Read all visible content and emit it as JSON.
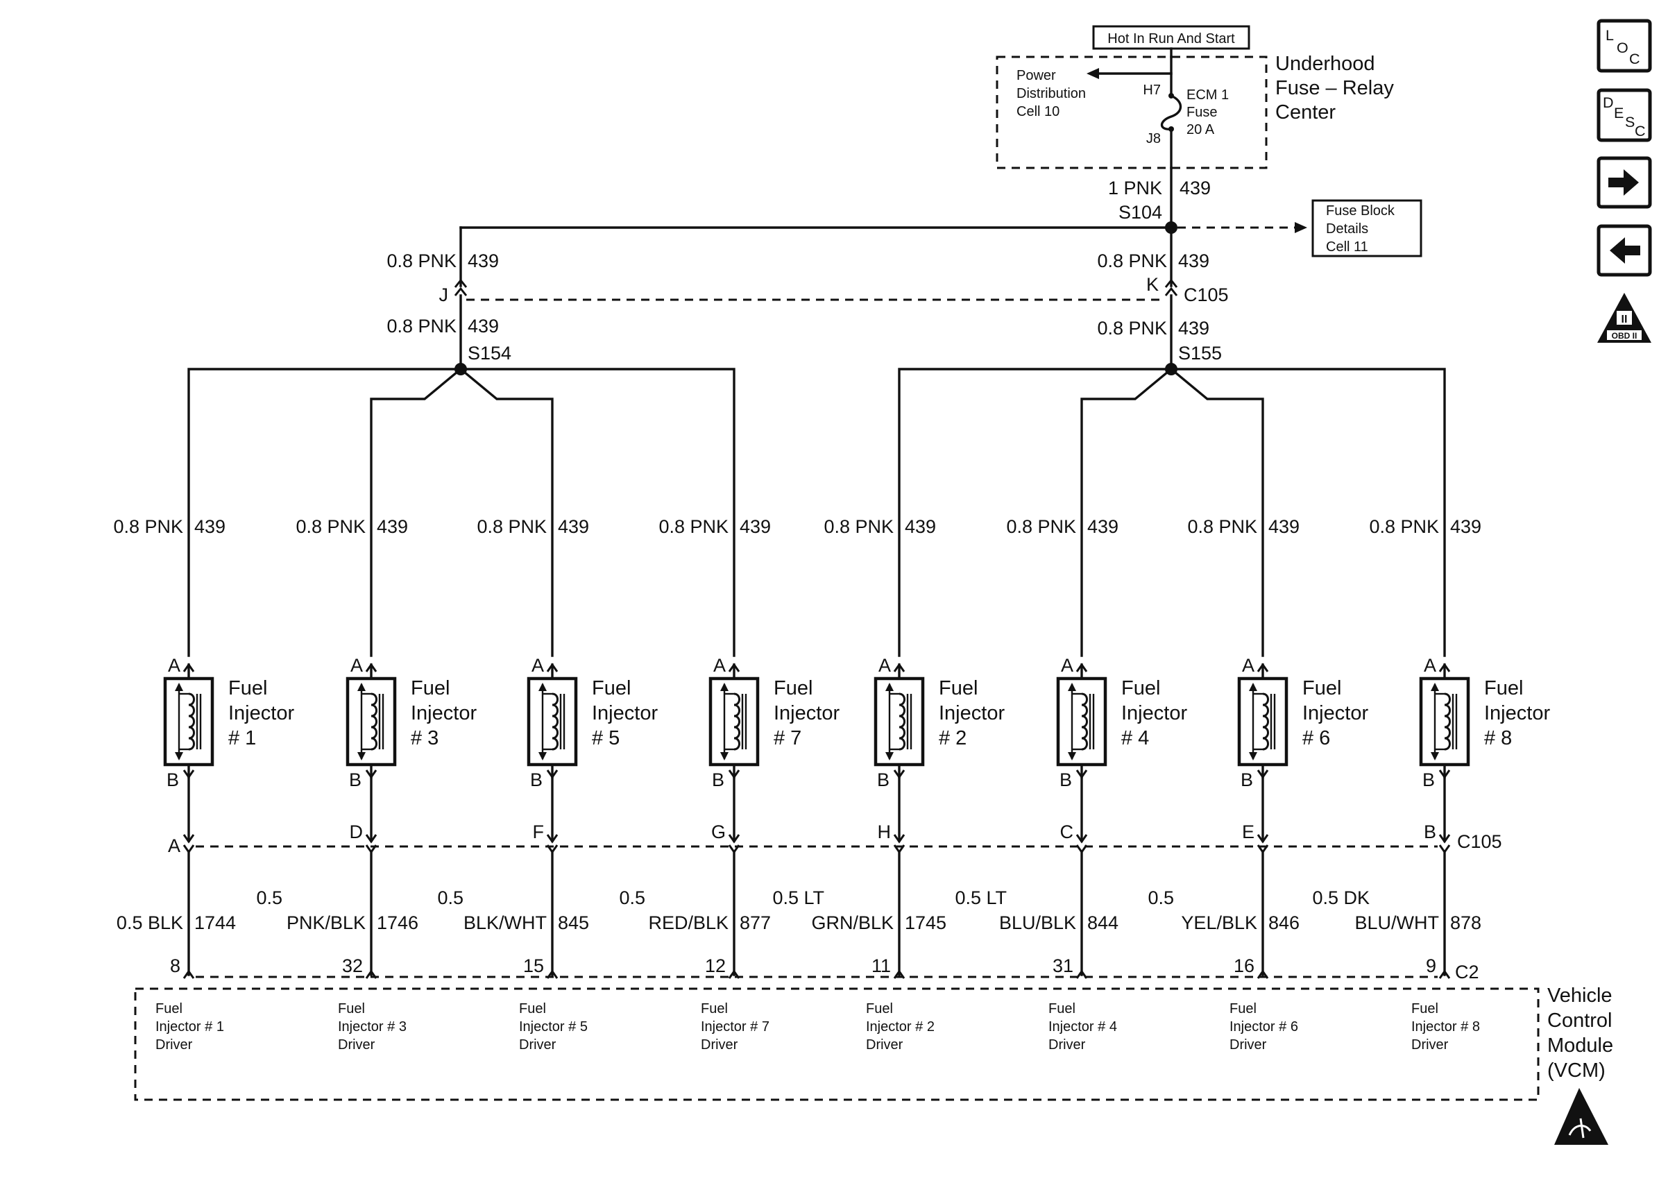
{
  "power": {
    "hot_label": "Hot In Run And Start",
    "fuse_center": [
      "Underhood",
      "Fuse – Relay",
      "Center"
    ],
    "pdc": [
      "Power",
      "Distribution",
      "Cell 10"
    ],
    "fuse": [
      "ECM 1",
      "Fuse",
      "20 A"
    ],
    "fuse_in_pin": "H7",
    "fuse_out_pin": "J8",
    "feed_wire": "1 PNK",
    "feed_circuit": "439",
    "feed_splice": "S104",
    "fuse_block_ref": [
      "Fuse Block",
      "Details",
      "Cell 11"
    ]
  },
  "branches": [
    {
      "upper_wire": "0.8 PNK",
      "upper_circuit": "439",
      "connector_pin": "J",
      "connector": "",
      "lower_wire": "0.8 PNK",
      "lower_circuit": "439",
      "splice": "S154"
    },
    {
      "upper_wire": "0.8 PNK",
      "upper_circuit": "439",
      "connector_pin": "K",
      "connector": "C105",
      "lower_wire": "0.8 PNK",
      "lower_circuit": "439",
      "splice": "S155"
    }
  ],
  "injectors": [
    {
      "label": [
        "Fuel",
        "Injector",
        "# 1"
      ],
      "feed_wire": "0.8 PNK",
      "feed_circuit": "439",
      "pin_a": "A",
      "pin_b": "B",
      "c105_pin": "A",
      "out_wire": [
        "",
        "0.5 BLK"
      ],
      "out_circuit": "1744",
      "vcm_pin": "8",
      "driver": [
        "Fuel",
        "Injector # 1",
        "Driver"
      ]
    },
    {
      "label": [
        "Fuel",
        "Injector",
        "# 3"
      ],
      "feed_wire": "0.8 PNK",
      "feed_circuit": "439",
      "pin_a": "A",
      "pin_b": "B",
      "c105_pin": "D",
      "out_wire": [
        "0.5",
        "PNK/BLK"
      ],
      "out_circuit": "1746",
      "vcm_pin": "32",
      "driver": [
        "Fuel",
        "Injector # 3",
        "Driver"
      ]
    },
    {
      "label": [
        "Fuel",
        "Injector",
        "# 5"
      ],
      "feed_wire": "0.8 PNK",
      "feed_circuit": "439",
      "pin_a": "A",
      "pin_b": "B",
      "c105_pin": "F",
      "out_wire": [
        "0.5",
        "BLK/WHT"
      ],
      "out_circuit": "845",
      "vcm_pin": "15",
      "driver": [
        "Fuel",
        "Injector # 5",
        "Driver"
      ]
    },
    {
      "label": [
        "Fuel",
        "Injector",
        "# 7"
      ],
      "feed_wire": "0.8 PNK",
      "feed_circuit": "439",
      "pin_a": "A",
      "pin_b": "B",
      "c105_pin": "G",
      "out_wire": [
        "0.5",
        "RED/BLK"
      ],
      "out_circuit": "877",
      "vcm_pin": "12",
      "driver": [
        "Fuel",
        "Injector # 7",
        "Driver"
      ]
    },
    {
      "label": [
        "Fuel",
        "Injector",
        "# 2"
      ],
      "feed_wire": "0.8 PNK",
      "feed_circuit": "439",
      "pin_a": "A",
      "pin_b": "B",
      "c105_pin": "H",
      "out_wire": [
        "0.5 LT",
        "GRN/BLK"
      ],
      "out_circuit": "1745",
      "vcm_pin": "11",
      "driver": [
        "Fuel",
        "Injector # 2",
        "Driver"
      ]
    },
    {
      "label": [
        "Fuel",
        "Injector",
        "# 4"
      ],
      "feed_wire": "0.8 PNK",
      "feed_circuit": "439",
      "pin_a": "A",
      "pin_b": "B",
      "c105_pin": "C",
      "out_wire": [
        "0.5 LT",
        "BLU/BLK"
      ],
      "out_circuit": "844",
      "vcm_pin": "31",
      "driver": [
        "Fuel",
        "Injector # 4",
        "Driver"
      ]
    },
    {
      "label": [
        "Fuel",
        "Injector",
        "# 6"
      ],
      "feed_wire": "0.8 PNK",
      "feed_circuit": "439",
      "pin_a": "A",
      "pin_b": "B",
      "c105_pin": "E",
      "out_wire": [
        "0.5",
        "YEL/BLK"
      ],
      "out_circuit": "846",
      "vcm_pin": "16",
      "driver": [
        "Fuel",
        "Injector # 6",
        "Driver"
      ]
    },
    {
      "label": [
        "Fuel",
        "Injector",
        "# 8"
      ],
      "feed_wire": "0.8 PNK",
      "feed_circuit": "439",
      "pin_a": "A",
      "pin_b": "B",
      "c105_pin": "B",
      "out_wire": [
        "0.5 DK",
        "BLU/WHT"
      ],
      "out_circuit": "878",
      "vcm_pin": "9",
      "driver": [
        "Fuel",
        "Injector # 8",
        "Driver"
      ]
    }
  ],
  "bottom_connector": "C105",
  "vcm_connector": "C2",
  "vcm": [
    "Vehicle",
    "Control",
    "Module",
    "(VCM)"
  ],
  "side_icons": {
    "loc": [
      "L",
      "O",
      "C"
    ],
    "desc": [
      "D",
      "E",
      "S",
      "C"
    ],
    "obd": [
      "II",
      "OBD II"
    ]
  }
}
